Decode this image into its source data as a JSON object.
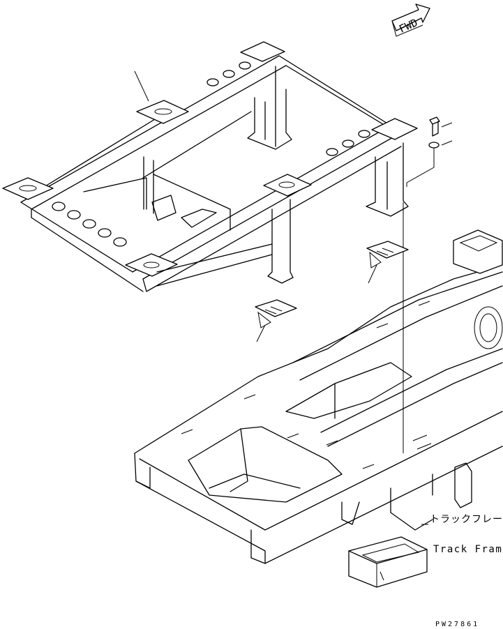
{
  "fwd_marker": {
    "text": "FWD"
  },
  "labels": {
    "track_frame_jp": "トラックフレーム",
    "track_frame_en": "Track Frame"
  },
  "drawing_code": "PW27861"
}
